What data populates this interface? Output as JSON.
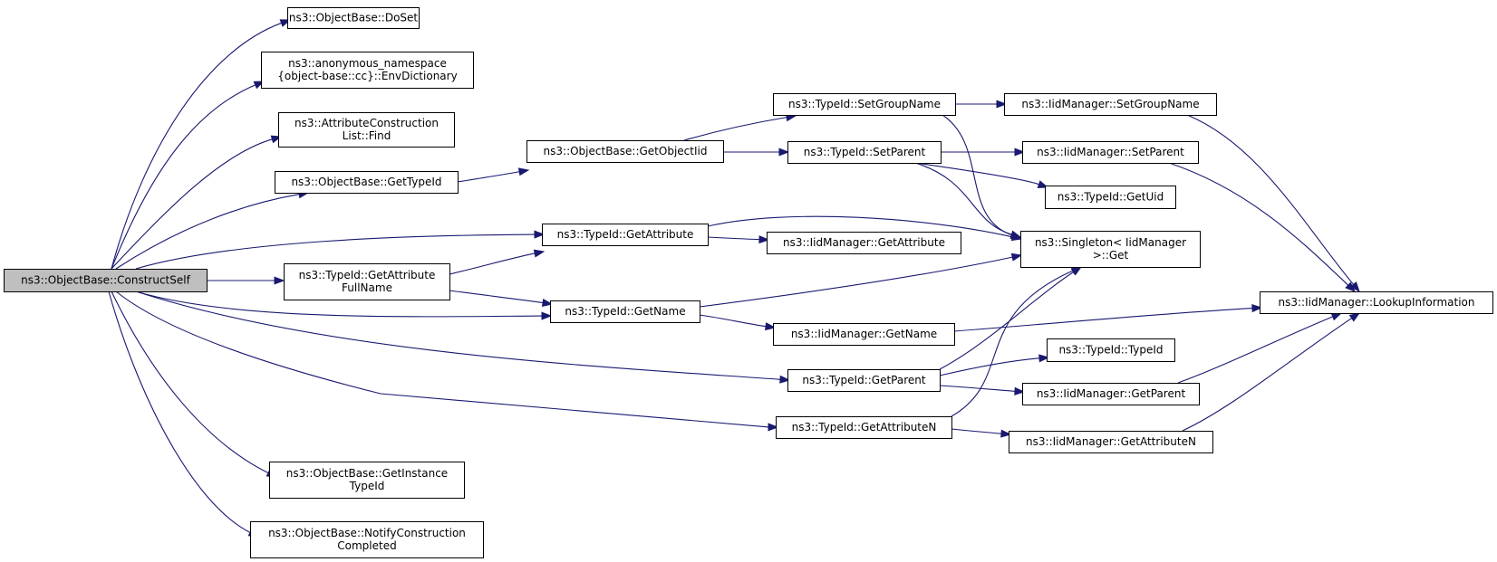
{
  "diagram": {
    "edge_color": "#191970",
    "root_fill": "#bfbfbf",
    "nodes": {
      "construct_self": {
        "lines": [
          "ns3::ObjectBase::ConstructSelf"
        ]
      },
      "doset": {
        "lines": [
          "ns3::ObjectBase::DoSet"
        ]
      },
      "env_dictionary": {
        "lines": [
          "ns3::anonymous_namespace",
          "{object-base::cc}::EnvDictionary"
        ]
      },
      "attr_find": {
        "lines": [
          "ns3::AttributeConstruction",
          "List::Find"
        ]
      },
      "get_type_id": {
        "lines": [
          "ns3::ObjectBase::GetTypeId"
        ]
      },
      "get_object_iid": {
        "lines": [
          "ns3::ObjectBase::GetObjectIid"
        ]
      },
      "set_group_name": {
        "lines": [
          "ns3::TypeId::SetGroupName"
        ]
      },
      "iid_set_group_name": {
        "lines": [
          "ns3::IidManager::SetGroupName"
        ]
      },
      "set_parent": {
        "lines": [
          "ns3::TypeId::SetParent"
        ]
      },
      "iid_set_parent": {
        "lines": [
          "ns3::IidManager::SetParent"
        ]
      },
      "get_uid": {
        "lines": [
          "ns3::TypeId::GetUid"
        ]
      },
      "get_attribute": {
        "lines": [
          "ns3::TypeId::GetAttribute"
        ]
      },
      "iid_get_attribute": {
        "lines": [
          "ns3::IidManager::GetAttribute"
        ]
      },
      "singleton_get": {
        "lines": [
          "ns3::Singleton< IidManager",
          ">::Get"
        ]
      },
      "get_attr_full_name": {
        "lines": [
          "ns3::TypeId::GetAttribute",
          "FullName"
        ]
      },
      "get_name": {
        "lines": [
          "ns3::TypeId::GetName"
        ]
      },
      "lookup_information": {
        "lines": [
          "ns3::IidManager::LookupInformation"
        ]
      },
      "iid_get_name": {
        "lines": [
          "ns3::IidManager::GetName"
        ]
      },
      "typeid_typeid": {
        "lines": [
          "ns3::TypeId::TypeId"
        ]
      },
      "get_parent": {
        "lines": [
          "ns3::TypeId::GetParent"
        ]
      },
      "iid_get_parent": {
        "lines": [
          "ns3::IidManager::GetParent"
        ]
      },
      "get_attribute_n": {
        "lines": [
          "ns3::TypeId::GetAttributeN"
        ]
      },
      "iid_get_attribute_n": {
        "lines": [
          "ns3::IidManager::GetAttributeN"
        ]
      },
      "get_instance_type_id": {
        "lines": [
          "ns3::ObjectBase::GetInstance",
          "TypeId"
        ]
      },
      "notify_construction": {
        "lines": [
          "ns3::ObjectBase::NotifyConstruction",
          "Completed"
        ]
      }
    },
    "edges": [
      {
        "from": "construct_self",
        "to": "doset"
      },
      {
        "from": "construct_self",
        "to": "env_dictionary"
      },
      {
        "from": "construct_self",
        "to": "attr_find"
      },
      {
        "from": "construct_self",
        "to": "get_type_id"
      },
      {
        "from": "construct_self",
        "to": "get_attribute"
      },
      {
        "from": "construct_self",
        "to": "get_attr_full_name"
      },
      {
        "from": "construct_self",
        "to": "get_name"
      },
      {
        "from": "construct_self",
        "to": "get_parent"
      },
      {
        "from": "construct_self",
        "to": "get_attribute_n"
      },
      {
        "from": "construct_self",
        "to": "get_instance_type_id"
      },
      {
        "from": "construct_self",
        "to": "notify_construction"
      },
      {
        "from": "get_type_id",
        "to": "get_object_iid"
      },
      {
        "from": "get_object_iid",
        "to": "set_group_name"
      },
      {
        "from": "get_object_iid",
        "to": "set_parent"
      },
      {
        "from": "set_group_name",
        "to": "iid_set_group_name"
      },
      {
        "from": "set_group_name",
        "to": "singleton_get"
      },
      {
        "from": "iid_set_group_name",
        "to": "lookup_information"
      },
      {
        "from": "set_parent",
        "to": "iid_set_parent"
      },
      {
        "from": "set_parent",
        "to": "get_uid"
      },
      {
        "from": "set_parent",
        "to": "singleton_get"
      },
      {
        "from": "iid_set_parent",
        "to": "lookup_information"
      },
      {
        "from": "get_attribute",
        "to": "iid_get_attribute"
      },
      {
        "from": "get_attribute",
        "to": "singleton_get"
      },
      {
        "from": "get_attr_full_name",
        "to": "get_attribute"
      },
      {
        "from": "get_attr_full_name",
        "to": "get_name"
      },
      {
        "from": "get_name",
        "to": "iid_get_name"
      },
      {
        "from": "get_name",
        "to": "singleton_get"
      },
      {
        "from": "iid_get_name",
        "to": "lookup_information"
      },
      {
        "from": "get_parent",
        "to": "typeid_typeid"
      },
      {
        "from": "get_parent",
        "to": "iid_get_parent"
      },
      {
        "from": "get_parent",
        "to": "singleton_get"
      },
      {
        "from": "iid_get_parent",
        "to": "lookup_information"
      },
      {
        "from": "get_attribute_n",
        "to": "iid_get_attribute_n"
      },
      {
        "from": "get_attribute_n",
        "to": "singleton_get"
      },
      {
        "from": "iid_get_attribute_n",
        "to": "lookup_information"
      }
    ]
  }
}
